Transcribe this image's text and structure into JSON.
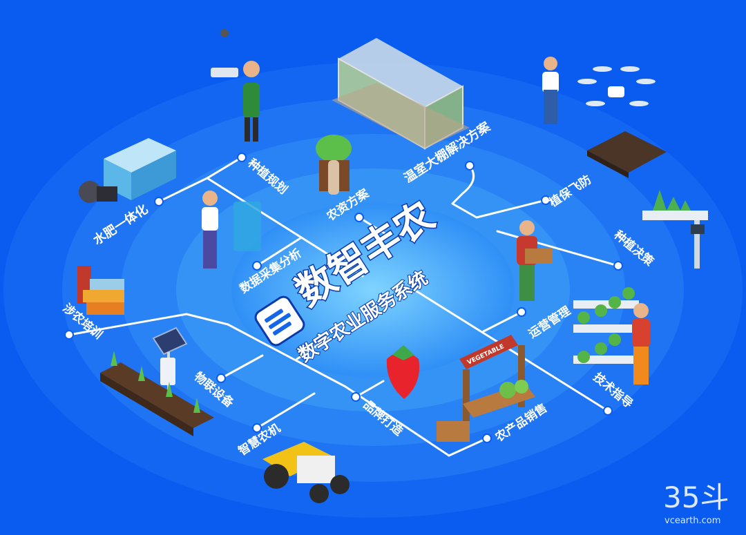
{
  "title": "数智丰农",
  "subtitle": "数字农业服务系统",
  "nodes": {
    "zhongzhi_guihua": "种植规划",
    "wenshi_dapeng": "温室大棚解决方案",
    "shuifei_yitihua": "水肥一体化",
    "nongzi_fangan": "农资方案",
    "zhibao_feifang": "植保飞防",
    "shuju_caiji": "数据采集分析",
    "zhongzhi_juece": "种植决策",
    "shenong_peixun": "涉农培训",
    "yunying_guanli": "运营管理",
    "wulian_shebei": "物联设备",
    "pinpai_dazao": "品牌打造",
    "jishu_zhidao": "技术指导",
    "zhihui_nongji": "智慧农机",
    "nongchanpin_xiaoshou": "农产品销售"
  },
  "signboard": "VEGETABLE",
  "watermark": {
    "logo": "35斗",
    "url": "vcearth.com"
  },
  "colors": {
    "background": "#0a5cf0",
    "ring_outer": "#1a6cf5",
    "ring_inner": "#56b8f8",
    "line": "#ffffff"
  }
}
